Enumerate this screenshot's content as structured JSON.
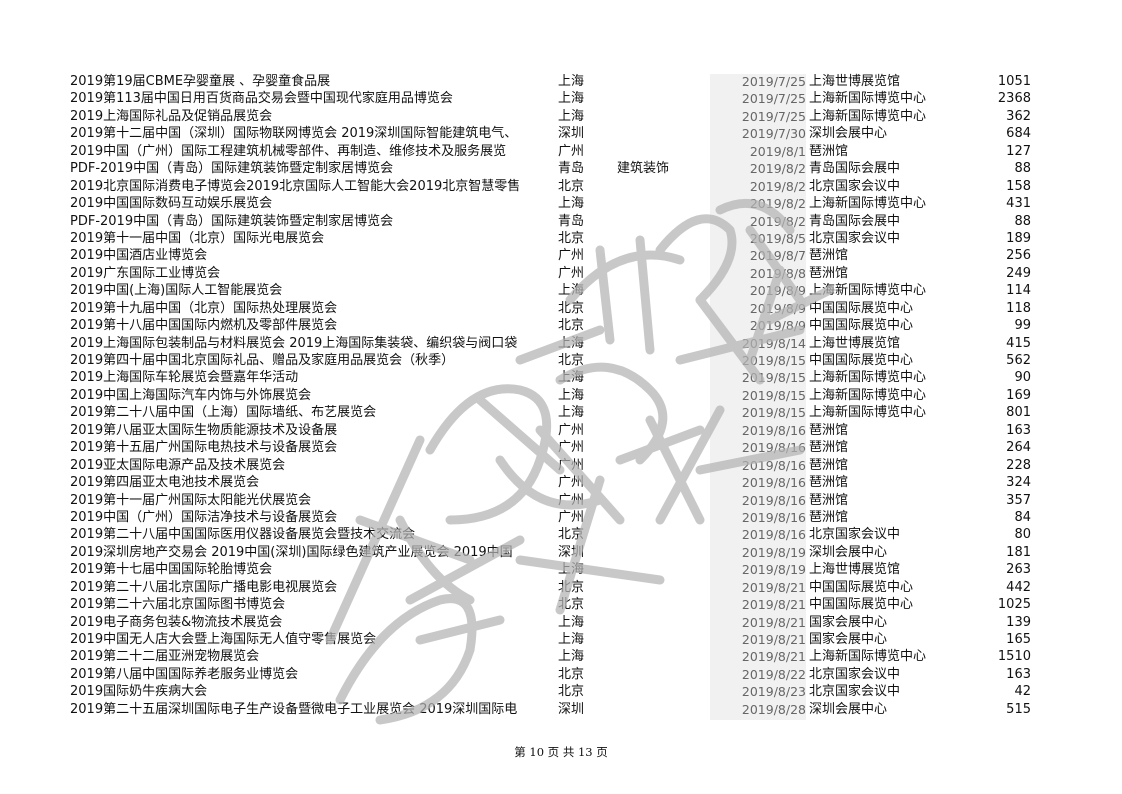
{
  "rows": [
    {
      "name": "2019第19届CBME孕婴童展 、孕婴童食品展",
      "city": "上海",
      "category": "",
      "date": "2019/7/25",
      "venue": "上海世博展览馆",
      "count": "1051"
    },
    {
      "name": "2019第113届中国日用百货商品交易会暨中国现代家庭用品博览会",
      "city": "上海",
      "category": "",
      "date": "2019/7/25",
      "venue": "上海新国际博览中心",
      "count": "2368"
    },
    {
      "name": "2019上海国际礼品及促销品展览会",
      "city": "上海",
      "category": "",
      "date": "2019/7/25",
      "venue": "上海新国际博览中心",
      "count": "362"
    },
    {
      "name": "2019第十二届中国（深圳）国际物联网博览会 2019深圳国际智能建筑电气、",
      "city": "深圳",
      "category": "",
      "date": "2019/7/30",
      "venue": "深圳会展中心",
      "count": "684"
    },
    {
      "name": "2019中国（广州）国际工程建筑机械零部件、再制造、维修技术及服务展览",
      "city": "广州",
      "category": "",
      "date": "2019/8/1",
      "venue": "琶洲馆",
      "count": "127"
    },
    {
      "name": "PDF-2019中国（青岛）国际建筑装饰暨定制家居博览会",
      "city": "青岛",
      "category": "建筑装饰",
      "date": "2019/8/2",
      "venue": "青岛国际会展中",
      "count": "88"
    },
    {
      "name": "2019北京国际消费电子博览会2019北京国际人工智能大会2019北京智慧零售",
      "city": "北京",
      "category": "",
      "date": "2019/8/2",
      "venue": "北京国家会议中",
      "count": "158"
    },
    {
      "name": "2019中国国际数码互动娱乐展览会",
      "city": "上海",
      "category": "",
      "date": "2019/8/2",
      "venue": "上海新国际博览中心",
      "count": "431"
    },
    {
      "name": "PDF-2019中国（青岛）国际建筑装饰暨定制家居博览会",
      "city": "青岛",
      "category": "",
      "date": "2019/8/2",
      "venue": "青岛国际会展中",
      "count": "88"
    },
    {
      "name": "2019第十一届中国（北京）国际光电展览会",
      "city": "北京",
      "category": "",
      "date": "2019/8/5",
      "venue": "北京国家会议中",
      "count": "189"
    },
    {
      "name": "2019中国酒店业博览会",
      "city": "广州",
      "category": "",
      "date": "2019/8/7",
      "venue": "琶洲馆",
      "count": "256"
    },
    {
      "name": "2019广东国际工业博览会",
      "city": "广州",
      "category": "",
      "date": "2019/8/8",
      "venue": "琶洲馆",
      "count": "249"
    },
    {
      "name": "2019中国(上海)国际人工智能展览会",
      "city": "上海",
      "category": "",
      "date": "2019/8/9",
      "venue": "上海新国际博览中心",
      "count": "114"
    },
    {
      "name": "2019第十九届中国（北京）国际热处理展览会",
      "city": "北京",
      "category": "",
      "date": "2019/8/9",
      "venue": "中国国际展览中心",
      "count": "118"
    },
    {
      "name": "2019第十八届中国国际内燃机及零部件展览会",
      "city": "北京",
      "category": "",
      "date": "2019/8/9",
      "venue": "中国国际展览中心",
      "count": "99"
    },
    {
      "name": "2019上海国际包装制品与材料展览会 2019上海国际集装袋、编织袋与阀口袋",
      "city": "上海",
      "category": "",
      "date": "2019/8/14",
      "venue": "上海世博展览馆",
      "count": "415"
    },
    {
      "name": "2019第四十届中国北京国际礼品、赠品及家庭用品展览会（秋季）",
      "city": "北京",
      "category": "",
      "date": "2019/8/15",
      "venue": "中国国际展览中心",
      "count": "562"
    },
    {
      "name": "2019上海国际车轮展览会暨嘉年华活动",
      "city": "上海",
      "category": "",
      "date": "2019/8/15",
      "venue": "上海新国际博览中心",
      "count": "90"
    },
    {
      "name": "2019中国上海国际汽车内饰与外饰展览会",
      "city": "上海",
      "category": "",
      "date": "2019/8/15",
      "venue": "上海新国际博览中心",
      "count": "169"
    },
    {
      "name": "2019第二十八届中国（上海）国际墙纸、布艺展览会",
      "city": "上海",
      "category": "",
      "date": "2019/8/15",
      "venue": "上海新国际博览中心",
      "count": "801"
    },
    {
      "name": "2019第八届亚太国际生物质能源技术及设备展",
      "city": "广州",
      "category": "",
      "date": "2019/8/16",
      "venue": "琶洲馆",
      "count": "163"
    },
    {
      "name": "2019第十五届广州国际电热技术与设备展览会",
      "city": "广州",
      "category": "",
      "date": "2019/8/16",
      "venue": "琶洲馆",
      "count": "264"
    },
    {
      "name": "2019亚太国际电源产品及技术展览会",
      "city": "广州",
      "category": "",
      "date": "2019/8/16",
      "venue": "琶洲馆",
      "count": "228"
    },
    {
      "name": "2019第四届亚太电池技术展览会",
      "city": "广州",
      "category": "",
      "date": "2019/8/16",
      "venue": "琶洲馆",
      "count": "324"
    },
    {
      "name": "2019第十一届广州国际太阳能光伏展览会",
      "city": "广州",
      "category": "",
      "date": "2019/8/16",
      "venue": "琶洲馆",
      "count": "357"
    },
    {
      "name": "2019中国（广州）国际洁净技术与设备展览会",
      "city": "广州",
      "category": "",
      "date": "2019/8/16",
      "venue": "琶洲馆",
      "count": "84"
    },
    {
      "name": "2019第二十八届中国国际医用仪器设备展览会暨技术交流会",
      "city": "北京",
      "category": "",
      "date": "2019/8/16",
      "venue": "北京国家会议中",
      "count": "80"
    },
    {
      "name": "2019深圳房地产交易会 2019中国(深圳)国际绿色建筑产业展览会 2019中国",
      "city": "深圳",
      "category": "",
      "date": "2019/8/19",
      "venue": "深圳会展中心",
      "count": "181"
    },
    {
      "name": "2019第十七届中国国际轮胎博览会",
      "city": "上海",
      "category": "",
      "date": "2019/8/19",
      "venue": "上海世博展览馆",
      "count": "263"
    },
    {
      "name": "2019第二十八届北京国际广播电影电视展览会",
      "city": "北京",
      "category": "",
      "date": "2019/8/21",
      "venue": "中国国际展览中心",
      "count": "442"
    },
    {
      "name": "2019第二十六届北京国际图书博览会",
      "city": "北京",
      "category": "",
      "date": "2019/8/21",
      "venue": "中国国际展览中心",
      "count": "1025"
    },
    {
      "name": "2019电子商务包装&物流技术展览会",
      "city": "上海",
      "category": "",
      "date": "2019/8/21",
      "venue": "国家会展中心",
      "count": "139"
    },
    {
      "name": "2019中国无人店大会暨上海国际无人值守零售展览会",
      "city": "上海",
      "category": "",
      "date": "2019/8/21",
      "venue": "国家会展中心",
      "count": "165"
    },
    {
      "name": "2019第二十二届亚洲宠物展览会",
      "city": "上海",
      "category": "",
      "date": "2019/8/21",
      "venue": "上海新国际博览中心",
      "count": "1510"
    },
    {
      "name": "2019第八届中国国际养老服务业博览会",
      "city": "北京",
      "category": "",
      "date": "2019/8/22",
      "venue": "北京国家会议中",
      "count": "163"
    },
    {
      "name": "2019国际奶牛疾病大会",
      "city": "北京",
      "category": "",
      "date": "2019/8/23",
      "venue": "北京国家会议中",
      "count": "42"
    },
    {
      "name": "2019第二十五届深圳国际电子生产设备暨微电子工业展览会 2019深圳国际电",
      "city": "深圳",
      "category": "",
      "date": "2019/8/28",
      "venue": "深圳会展中心",
      "count": "515"
    }
  ],
  "footer": {
    "page_label": "第 10  页 共 13 页"
  }
}
